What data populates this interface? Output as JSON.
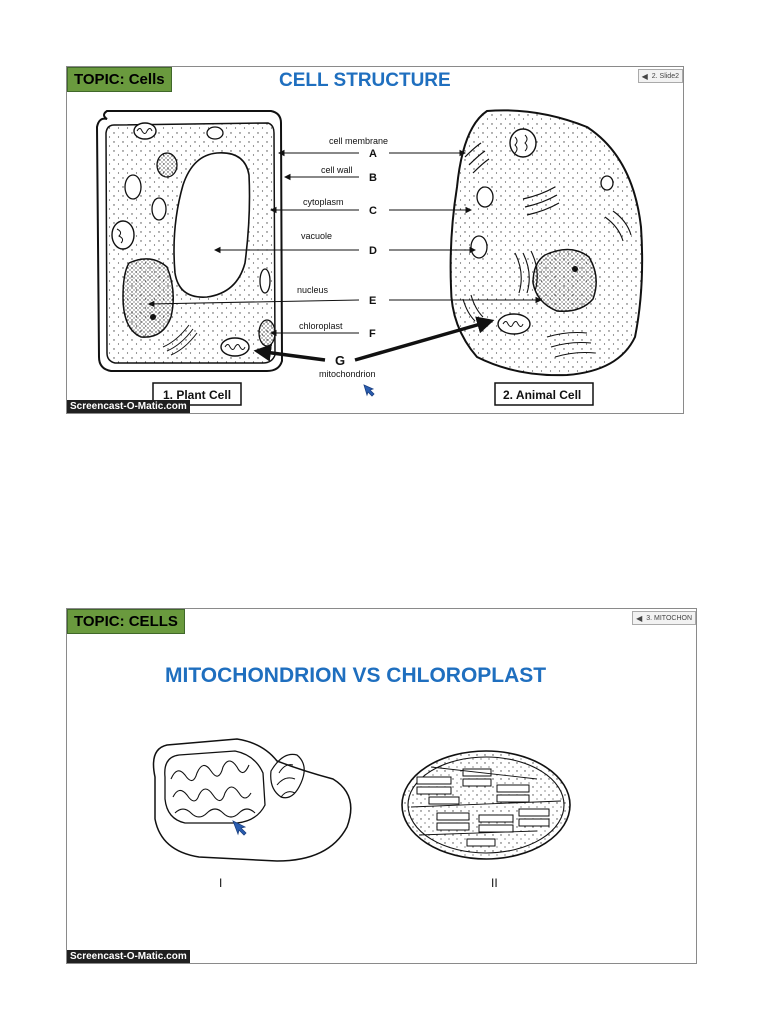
{
  "slide1": {
    "topic": "TOPIC: Cells",
    "title": "CELL STRUCTURE",
    "tab_label": "2. Slide2",
    "watermark": "Screencast-O-Matic.com",
    "labels": [
      {
        "name": "cell membrane",
        "letter": "A"
      },
      {
        "name": "cell wall",
        "letter": "B"
      },
      {
        "name": "cytoplasm",
        "letter": "C"
      },
      {
        "name": "vacuole",
        "letter": "D"
      },
      {
        "name": "nucleus",
        "letter": "E"
      },
      {
        "name": "chloroplast",
        "letter": "F"
      }
    ],
    "bottom_letter": "G",
    "bottom_label": "mitochondrion",
    "plant_caption": "1. Plant Cell",
    "animal_caption": "2. Animal Cell"
  },
  "slide2": {
    "topic": "TOPIC: CELLS",
    "title": "MITOCHONDRION VS CHLOROPLAST",
    "tab_label": "3. MITOCHON",
    "watermark": "Screencast-O-Matic.com",
    "figure_left": "I",
    "figure_right": "II"
  },
  "colors": {
    "topic_bg": "#6a9a3e",
    "title": "#1f6fbf",
    "cursor": "#2a5db0"
  },
  "icons": [
    "speaker-icon",
    "mouse-cursor-icon"
  ]
}
